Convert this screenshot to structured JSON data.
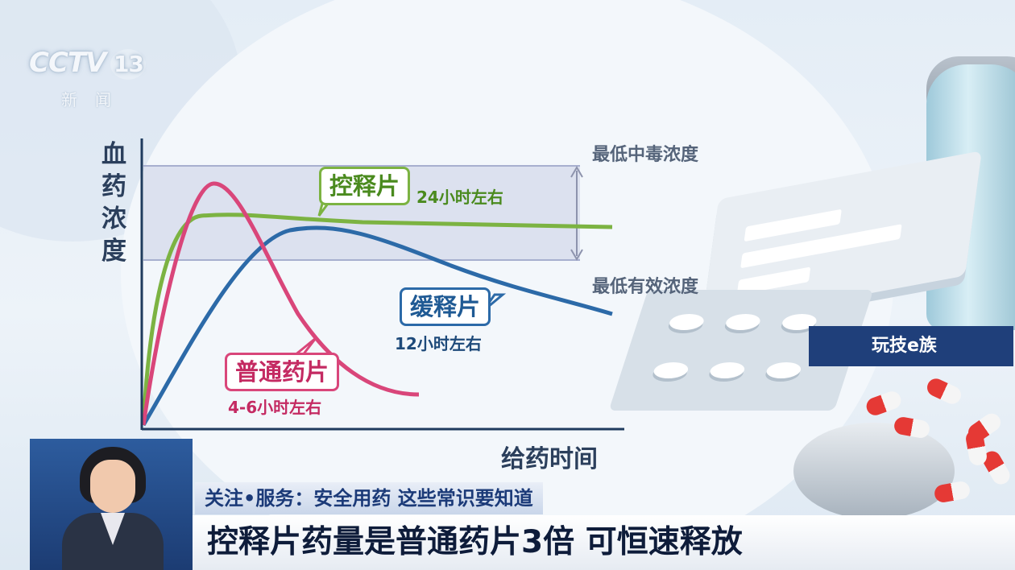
{
  "logo": {
    "text": "CCTV",
    "number": "13",
    "subtitle": "新闻"
  },
  "chart": {
    "y_label": "血药浓度",
    "x_label": "给药时间",
    "level_top": "最低中毒浓度",
    "level_bottom": "最低有效浓度",
    "series": [
      {
        "name": "控释片",
        "duration": "24小时左右",
        "color": "#7cb342"
      },
      {
        "name": "缓释片",
        "duration": "12小时左右",
        "color": "#2c6aa8"
      },
      {
        "name": "普通药片",
        "duration": "4-6小时左右",
        "color": "#d9467a"
      }
    ]
  },
  "watermark": "玩技e族",
  "caption": {
    "topic": "关注•服务：安全用药 这些常识要知道",
    "headline": "控释片药量是普通药片3倍 可恒速释放"
  }
}
